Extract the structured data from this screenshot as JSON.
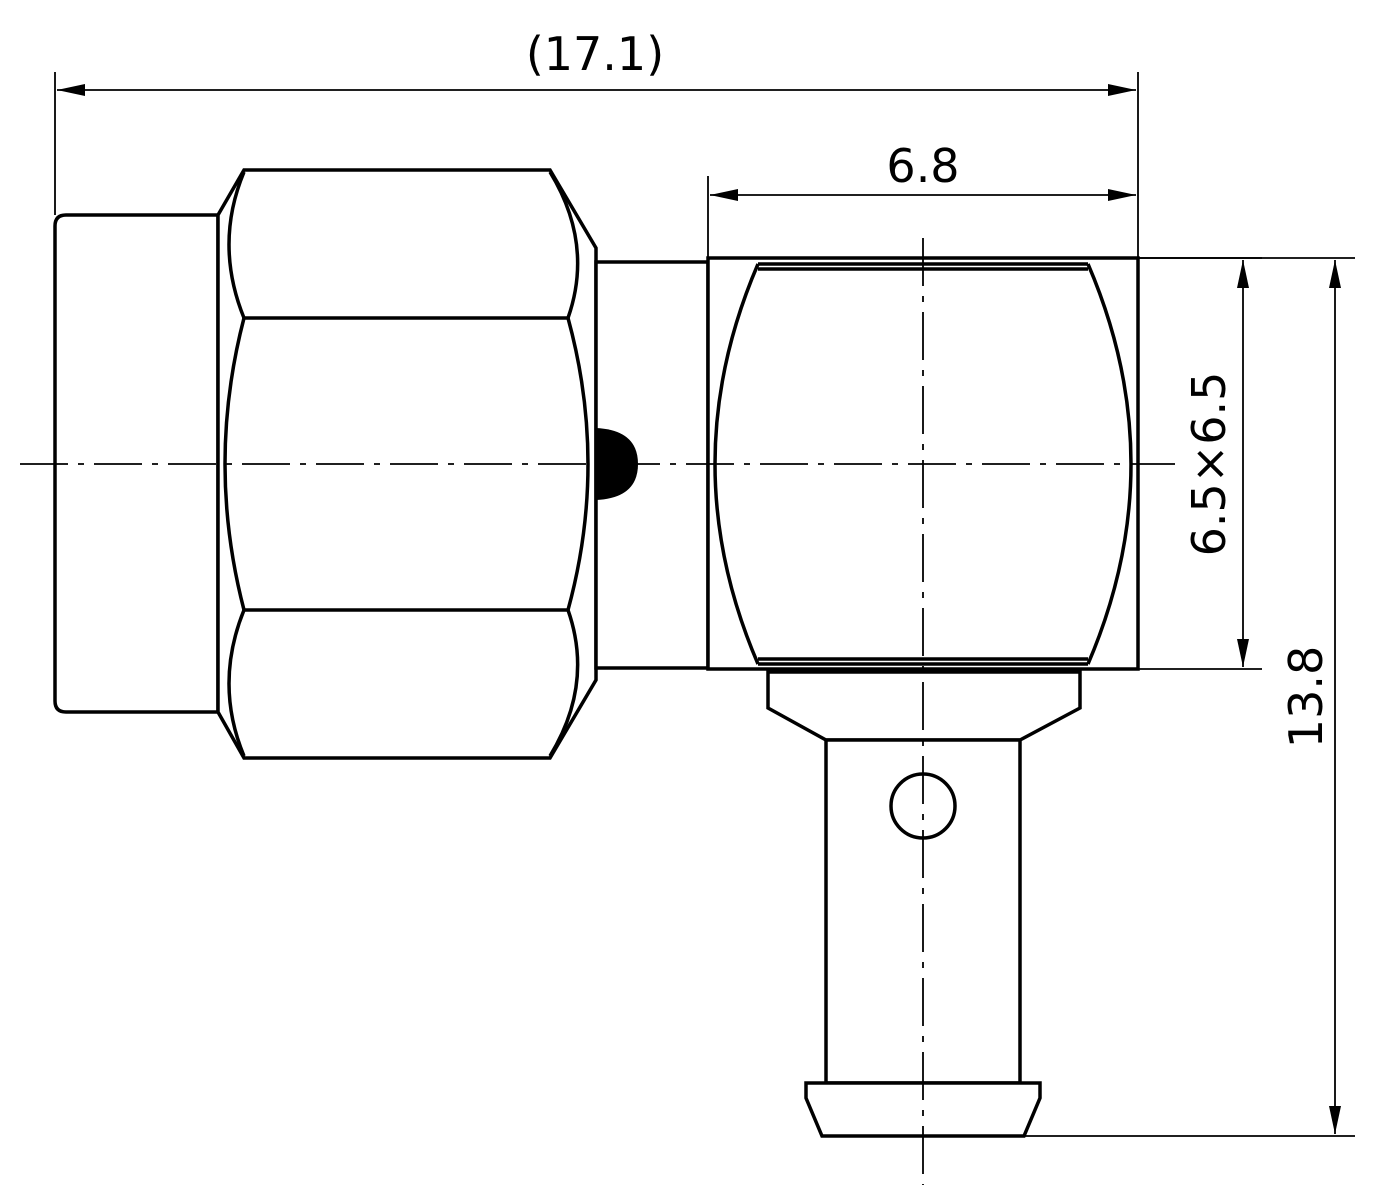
{
  "dimensions": {
    "overall_length": "(17.1)",
    "body_width": "6.8",
    "body_section": "6.5×6.5",
    "overall_height": "13.8"
  }
}
